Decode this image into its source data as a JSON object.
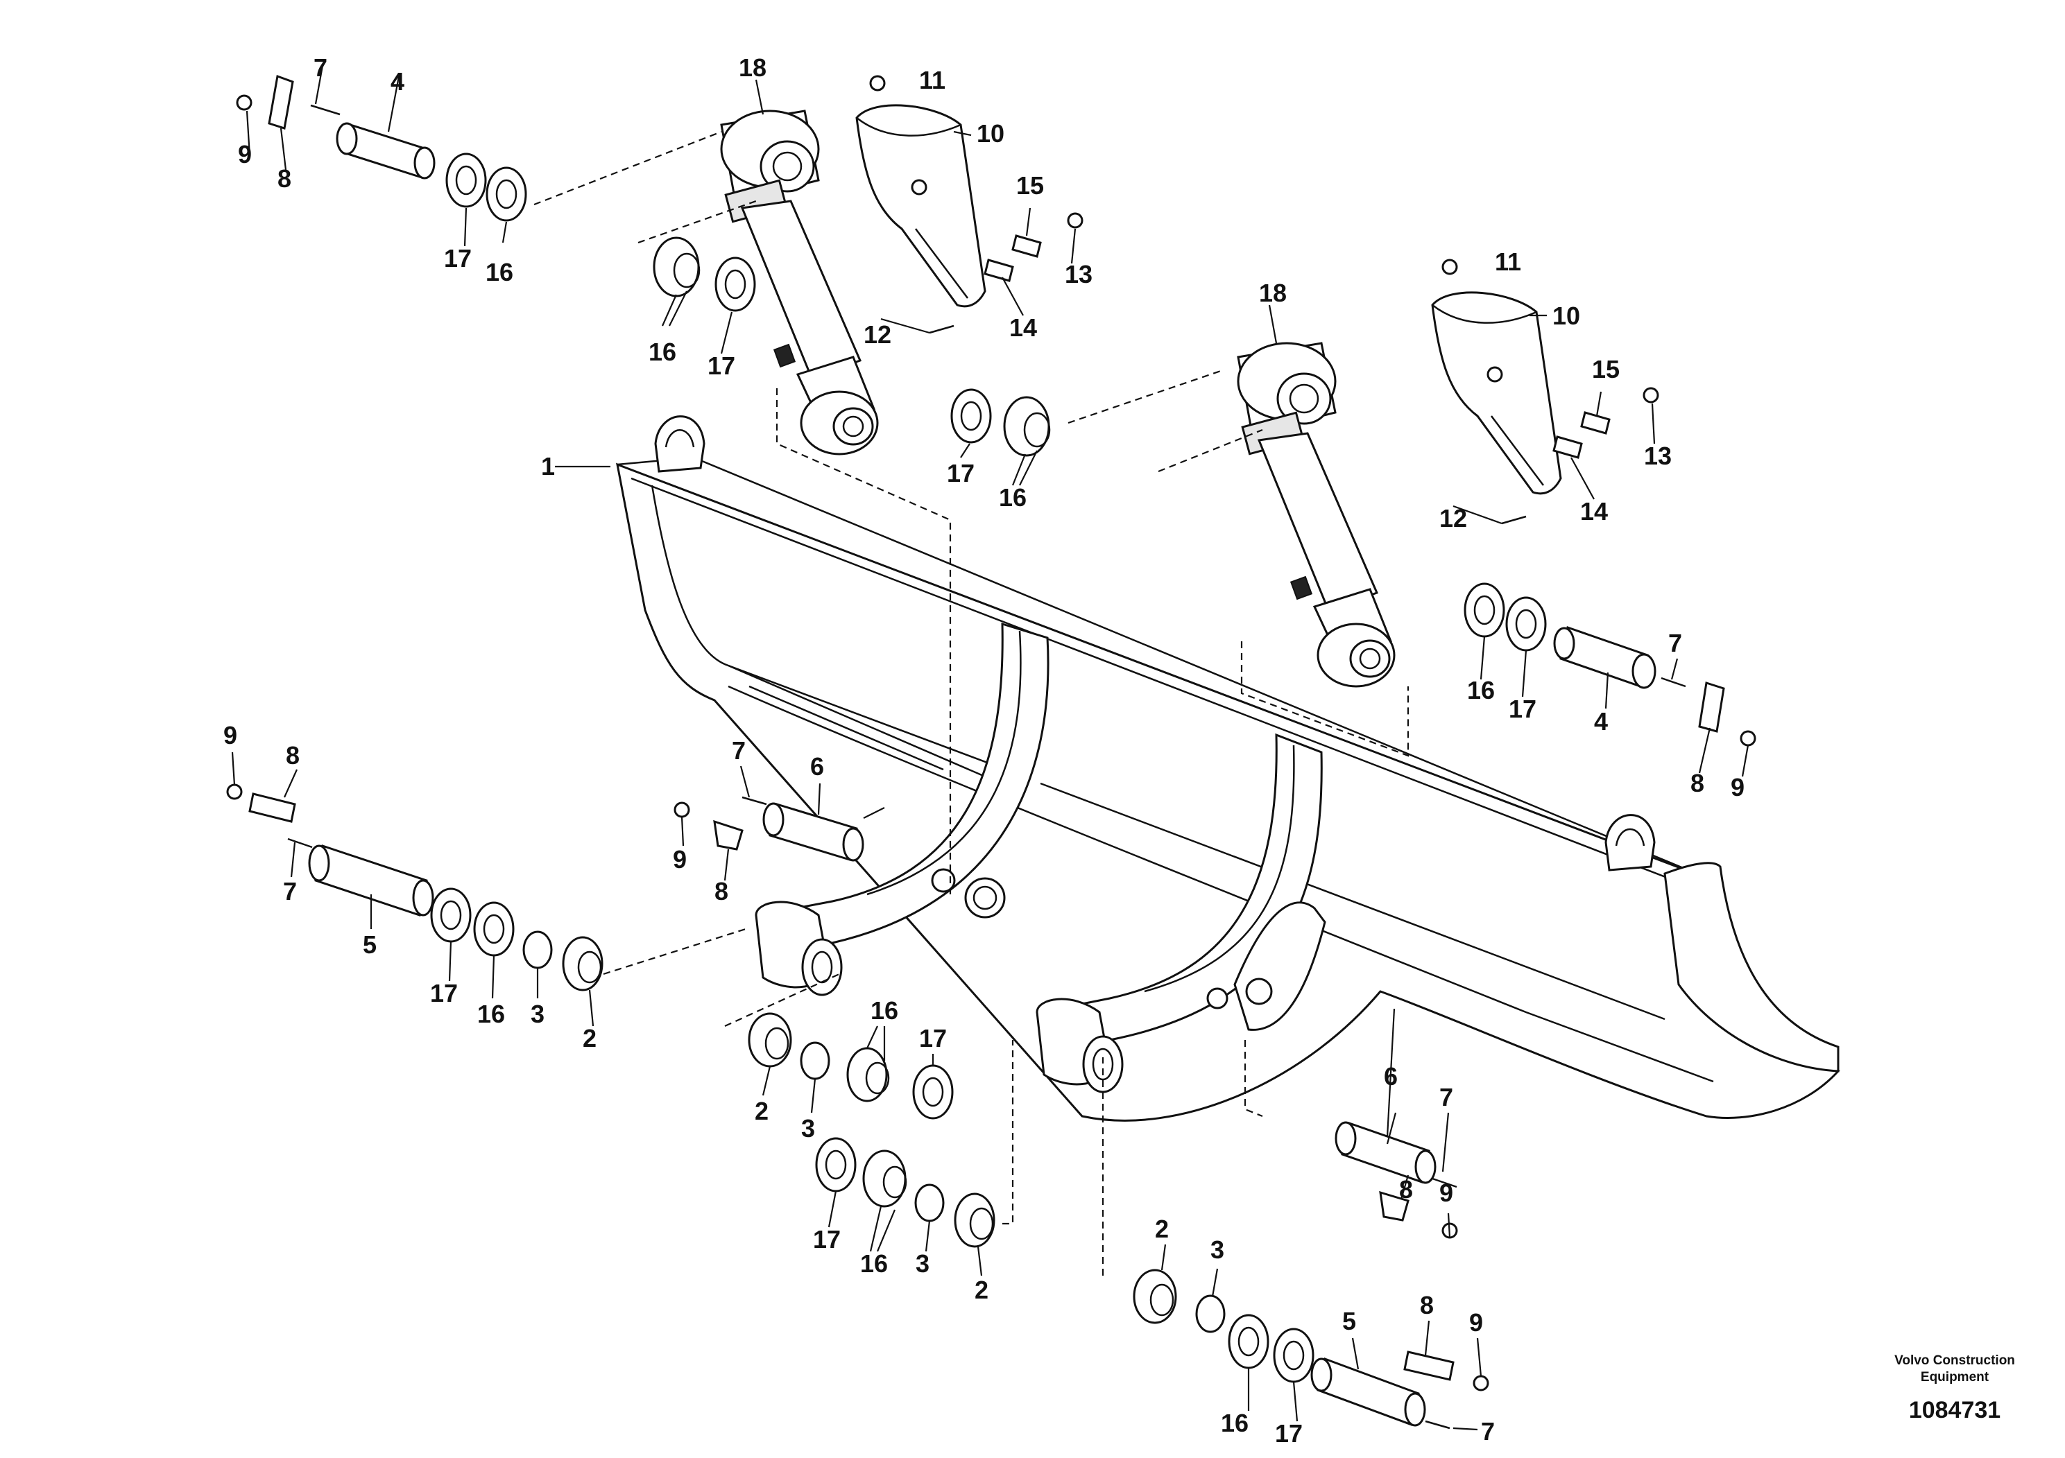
{
  "diagram": {
    "brand_line1": "Volvo Construction",
    "brand_line2": "Equipment",
    "document_number": "1084731",
    "callouts": [
      {
        "id": "c1",
        "text": "1"
      },
      {
        "id": "c2a",
        "text": "2"
      },
      {
        "id": "c2b",
        "text": "2"
      },
      {
        "id": "c2c",
        "text": "2"
      },
      {
        "id": "c2d",
        "text": "2"
      },
      {
        "id": "c3a",
        "text": "3"
      },
      {
        "id": "c3b",
        "text": "3"
      },
      {
        "id": "c3c",
        "text": "3"
      },
      {
        "id": "c3d",
        "text": "3"
      },
      {
        "id": "c4a",
        "text": "4"
      },
      {
        "id": "c4b",
        "text": "4"
      },
      {
        "id": "c5a",
        "text": "5"
      },
      {
        "id": "c5b",
        "text": "5"
      },
      {
        "id": "c6a",
        "text": "6"
      },
      {
        "id": "c6b",
        "text": "6"
      },
      {
        "id": "c7a",
        "text": "7"
      },
      {
        "id": "c7b",
        "text": "7"
      },
      {
        "id": "c7c",
        "text": "7"
      },
      {
        "id": "c7d",
        "text": "7"
      },
      {
        "id": "c7e",
        "text": "7"
      },
      {
        "id": "c7f",
        "text": "7"
      },
      {
        "id": "c8a",
        "text": "8"
      },
      {
        "id": "c8b",
        "text": "8"
      },
      {
        "id": "c8c",
        "text": "8"
      },
      {
        "id": "c8d",
        "text": "8"
      },
      {
        "id": "c8e",
        "text": "8"
      },
      {
        "id": "c8f",
        "text": "8"
      },
      {
        "id": "c9a",
        "text": "9"
      },
      {
        "id": "c9b",
        "text": "9"
      },
      {
        "id": "c9c",
        "text": "9"
      },
      {
        "id": "c9d",
        "text": "9"
      },
      {
        "id": "c9e",
        "text": "9"
      },
      {
        "id": "c9f",
        "text": "9"
      },
      {
        "id": "c10a",
        "text": "10"
      },
      {
        "id": "c10b",
        "text": "10"
      },
      {
        "id": "c11a",
        "text": "11"
      },
      {
        "id": "c11b",
        "text": "11"
      },
      {
        "id": "c12a",
        "text": "12"
      },
      {
        "id": "c12b",
        "text": "12"
      },
      {
        "id": "c13a",
        "text": "13"
      },
      {
        "id": "c13b",
        "text": "13"
      },
      {
        "id": "c14a",
        "text": "14"
      },
      {
        "id": "c14b",
        "text": "14"
      },
      {
        "id": "c15a",
        "text": "15"
      },
      {
        "id": "c15b",
        "text": "15"
      },
      {
        "id": "c16a",
        "text": "16"
      },
      {
        "id": "c16b",
        "text": "16"
      },
      {
        "id": "c16c",
        "text": "16"
      },
      {
        "id": "c16d",
        "text": "16"
      },
      {
        "id": "c16e",
        "text": "16"
      },
      {
        "id": "c16f",
        "text": "16"
      },
      {
        "id": "c16g",
        "text": "16"
      },
      {
        "id": "c16h",
        "text": "16"
      },
      {
        "id": "c17a",
        "text": "17"
      },
      {
        "id": "c17b",
        "text": "17"
      },
      {
        "id": "c17c",
        "text": "17"
      },
      {
        "id": "c17d",
        "text": "17"
      },
      {
        "id": "c17e",
        "text": "17"
      },
      {
        "id": "c17f",
        "text": "17"
      },
      {
        "id": "c17g",
        "text": "17"
      },
      {
        "id": "c17h",
        "text": "17"
      },
      {
        "id": "c18a",
        "text": "18"
      },
      {
        "id": "c18b",
        "text": "18"
      }
    ]
  }
}
